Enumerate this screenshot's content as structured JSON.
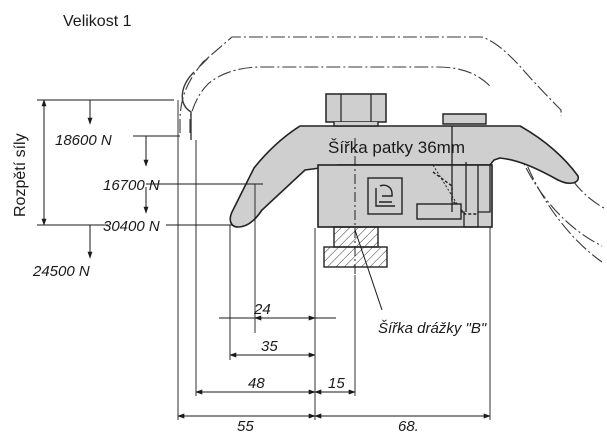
{
  "title": "Velikost 1",
  "axis_label": "Rozpětí síly",
  "forces": [
    "18600 N",
    "16700 N",
    "30400 N",
    "24500 N"
  ],
  "clamp_label": "Šířka patky 36mm",
  "slot_label": "Šířka drážky \"B\"",
  "dimensions": {
    "d24": "24",
    "d35": "35",
    "d48": "48",
    "d15": "15",
    "d55": "55",
    "d68": "68."
  }
}
